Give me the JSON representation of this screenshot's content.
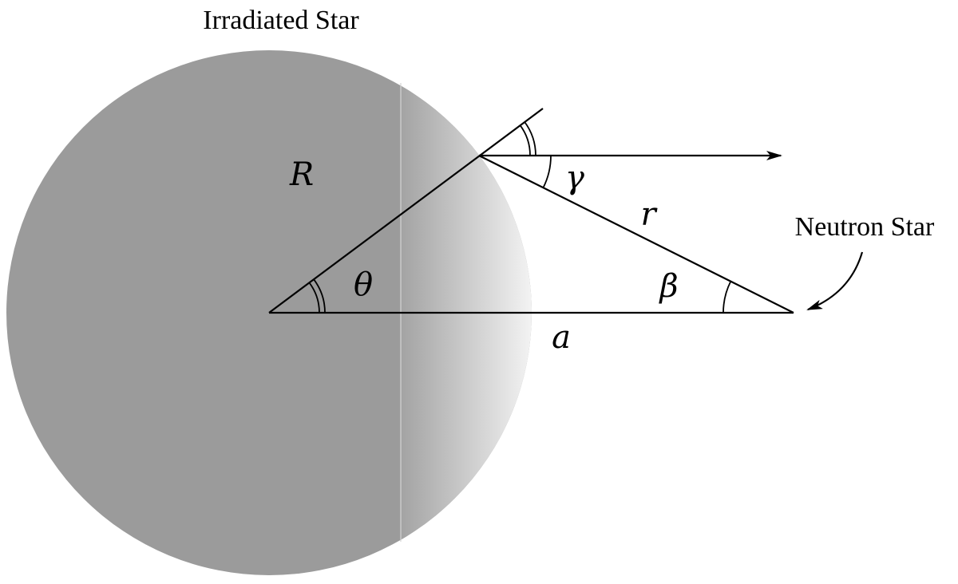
{
  "titles": {
    "irradiated_star": "Irradiated Star",
    "neutron_star": "Neutron Star"
  },
  "symbols": {
    "radius": "R",
    "theta": "θ",
    "gamma": "γ",
    "r": "r",
    "beta": "β",
    "a": "a"
  },
  "colors": {
    "star_shade": "#9b9b9b",
    "star_lit": "#f2f2f2",
    "line": "#000000",
    "background": "#ffffff"
  }
}
